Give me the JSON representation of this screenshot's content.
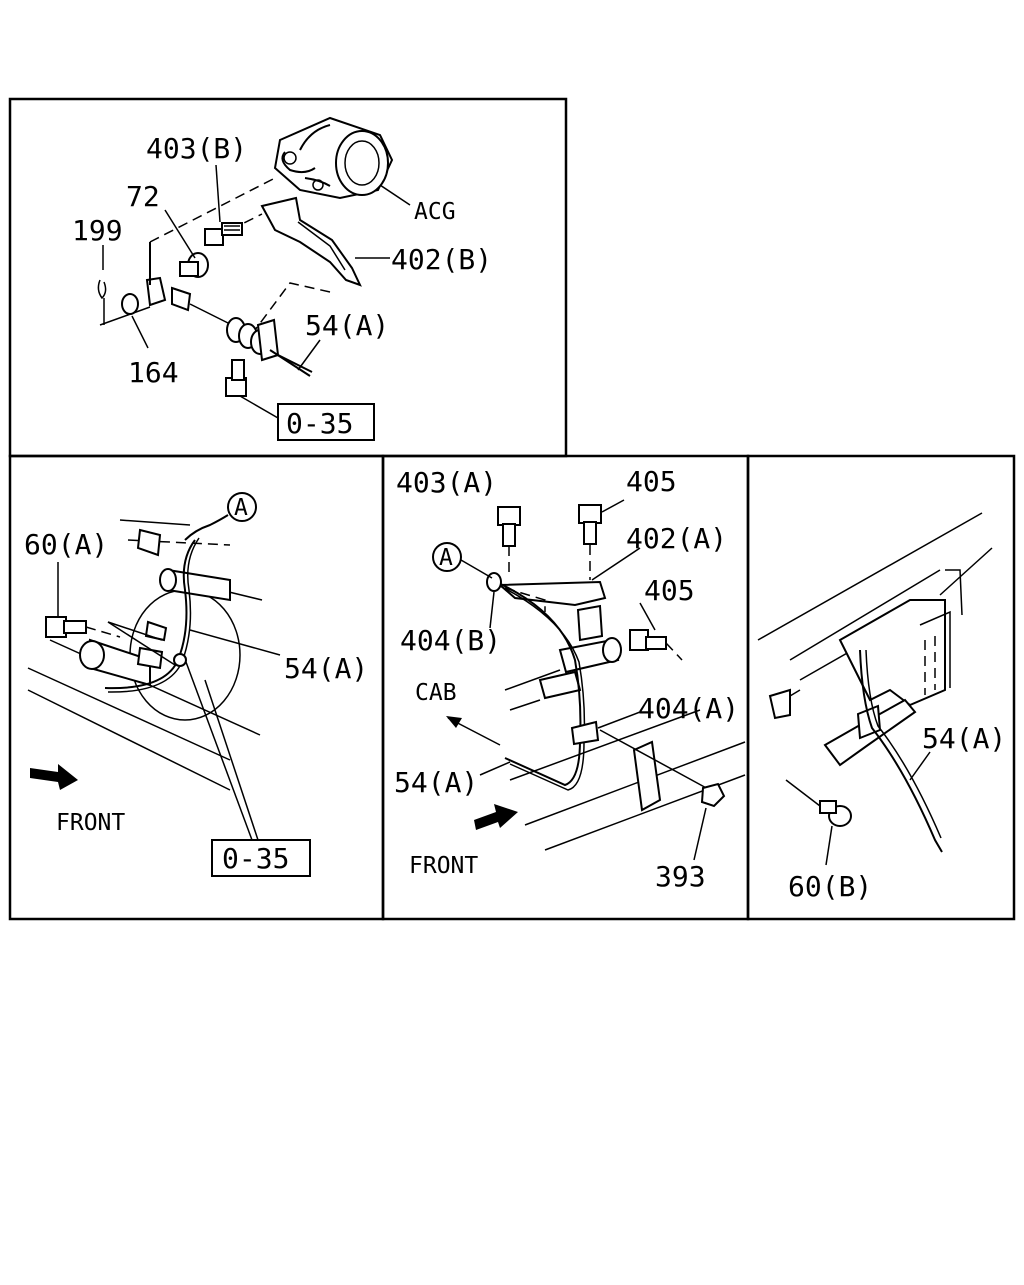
{
  "panel_top": {
    "labels": {
      "p403b": "403(B)",
      "p72": "72",
      "p199": "199",
      "acg": "ACG",
      "p402b": "402(B)",
      "p54a": "54(A)",
      "p164": "164",
      "ref": "0-35"
    }
  },
  "panel_left": {
    "labels": {
      "p60a": "60(A)",
      "circle": "A",
      "p54a": "54(A)",
      "front": "FRONT",
      "ref": "0-35"
    }
  },
  "panel_mid": {
    "labels": {
      "p403a": "403(A)",
      "p405_top": "405",
      "p402a": "402(A)",
      "circle": "A",
      "p405_side": "405",
      "p404b": "404(B)",
      "cab": "CAB",
      "p404a": "404(A)",
      "p54a": "54(A)",
      "front": "FRONT",
      "p393": "393"
    }
  },
  "panel_right": {
    "labels": {
      "p54a": "54(A)",
      "p60b": "60(B)"
    }
  }
}
